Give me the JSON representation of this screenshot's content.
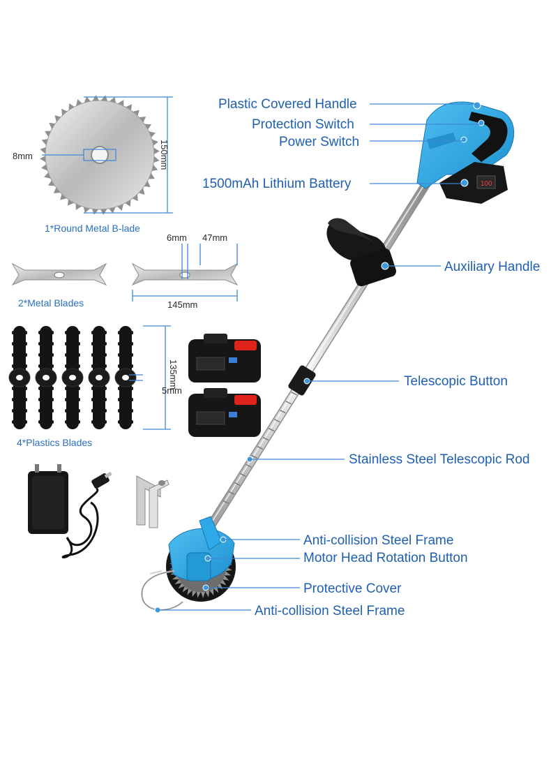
{
  "colors": {
    "accent": "#1e90d6",
    "label": "#1f5fb0",
    "tool_body": "#2ea8e6",
    "black": "#141414"
  },
  "accessories": {
    "saw_blade": {
      "caption": "1*Round Metal B-lade",
      "dim_height": "150mm",
      "dim_hole": "8mm"
    },
    "metal_blades": {
      "caption": "2*Metal Blades",
      "dim_width": "145mm",
      "dim_hole": "6mm",
      "dim_tip": "47mm"
    },
    "plastic_blades": {
      "caption": "4*Plastics Blades",
      "dim_height": "135mm",
      "dim_hole": "5mm",
      "count": 5
    },
    "batteries": {
      "count": 2
    },
    "charger": {
      "icon": "charger-icon"
    },
    "hex_wrench": {
      "icon": "hex-wrench-icon"
    }
  },
  "labels": {
    "plastic_handle": "Plastic Covered Handle",
    "protection_switch": "Protection Switch",
    "power_switch": "Power Switch",
    "battery": "1500mAh Lithium Battery",
    "aux_handle": "Auxiliary Handle",
    "telescopic_button": "Telescopic Button",
    "telescopic_rod": "Stainless Steel Telescopic Rod",
    "steel_frame_top": "Anti-collision Steel Frame",
    "motor_rotation": "Motor Head Rotation Button",
    "protective_cover": "Protective Cover",
    "steel_frame_bottom": "Anti-collision Steel Frame"
  }
}
